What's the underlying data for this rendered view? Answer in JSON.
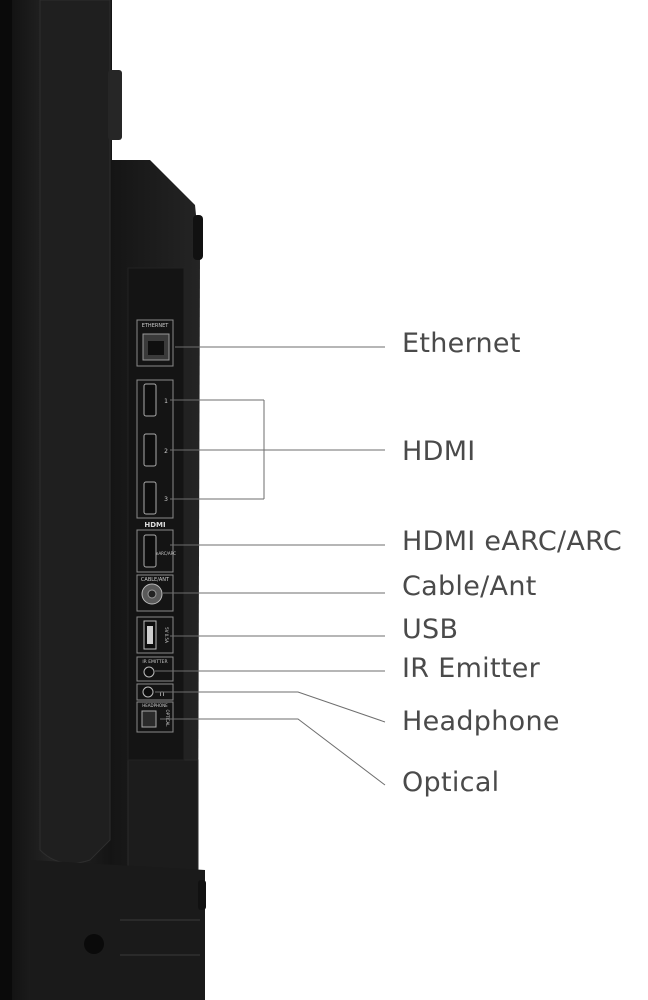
{
  "panel_markings": {
    "ethernet": "ETHERNET",
    "hdmi_logo": "HDMI",
    "hdmi_1": "1",
    "hdmi_2": "2",
    "hdmi_3": "3",
    "hdmi_earc": "eARC/ARC",
    "cable_ant": "CABLE/ANT",
    "usb_rating": "5V 0.5A",
    "ir_emitter": "IR EMITTER",
    "headphone": "HEADPHONE",
    "optical": "OPTICAL"
  },
  "callouts": [
    {
      "id": "ethernet",
      "label": "Ethernet"
    },
    {
      "id": "hdmi",
      "label": "HDMI"
    },
    {
      "id": "hdmi-earc-arc",
      "label": "HDMI eARC/ARC"
    },
    {
      "id": "cable-ant",
      "label": "Cable/Ant"
    },
    {
      "id": "usb",
      "label": "USB"
    },
    {
      "id": "ir-emitter",
      "label": "IR Emitter"
    },
    {
      "id": "headphone",
      "label": "Headphone"
    },
    {
      "id": "optical",
      "label": "Optical"
    }
  ],
  "colors": {
    "tv_body": "#1e1e1e",
    "tv_edge": "#2c2c2c",
    "port_panel": "#161616",
    "port_outline": "#8a8a8a",
    "leader_line": "#6e6e6e",
    "label_text": "#4a4a4a"
  }
}
